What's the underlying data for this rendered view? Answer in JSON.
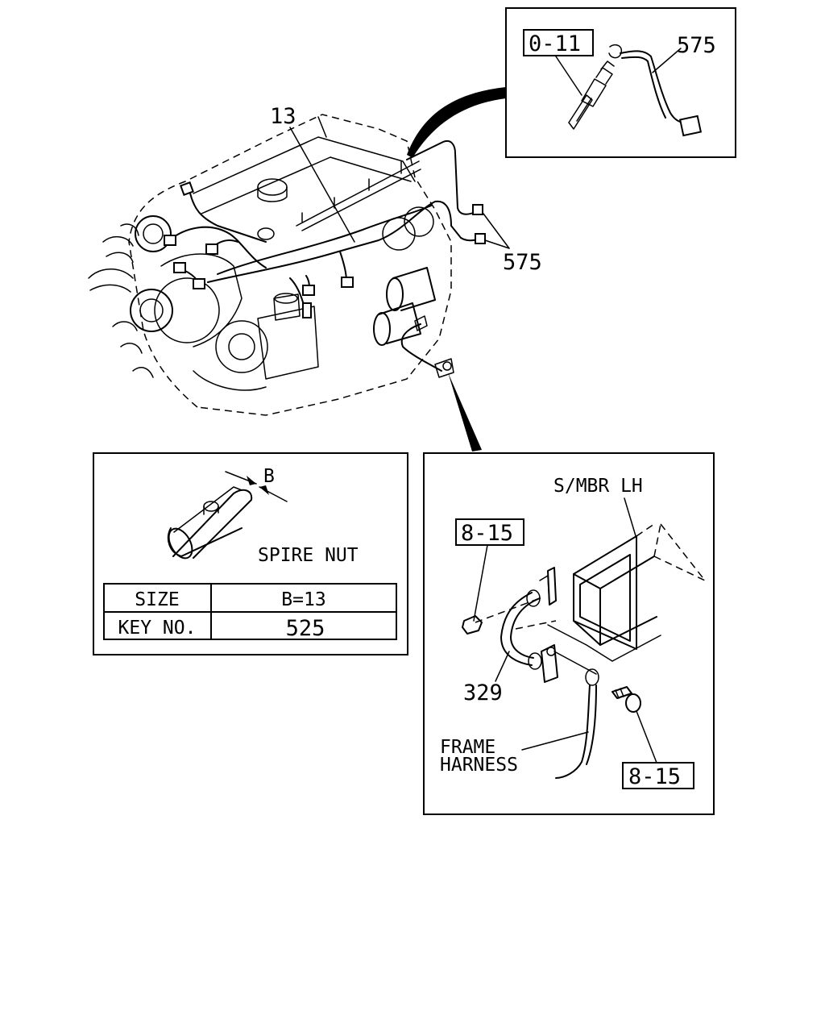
{
  "callouts": {
    "harness_main": "13",
    "glow_plug_ref": "0-11",
    "glow_lead_detail": "575",
    "glow_lead_engine": "575",
    "clip_bolt_ref_top": "8-15",
    "clip_bolt_ref_bottom": "8-15",
    "ground_cable": "329"
  },
  "frame_detail": {
    "side_member": "S/MBR LH",
    "frame_harness_line1": "FRAME",
    "frame_harness_line2": "HARNESS"
  },
  "spire_nut": {
    "dimension_label": "B",
    "title": "SPIRE NUT",
    "table": {
      "rows": [
        {
          "label": "SIZE",
          "value": "B=13"
        },
        {
          "label": "KEY NO.",
          "value": "525"
        }
      ]
    }
  }
}
